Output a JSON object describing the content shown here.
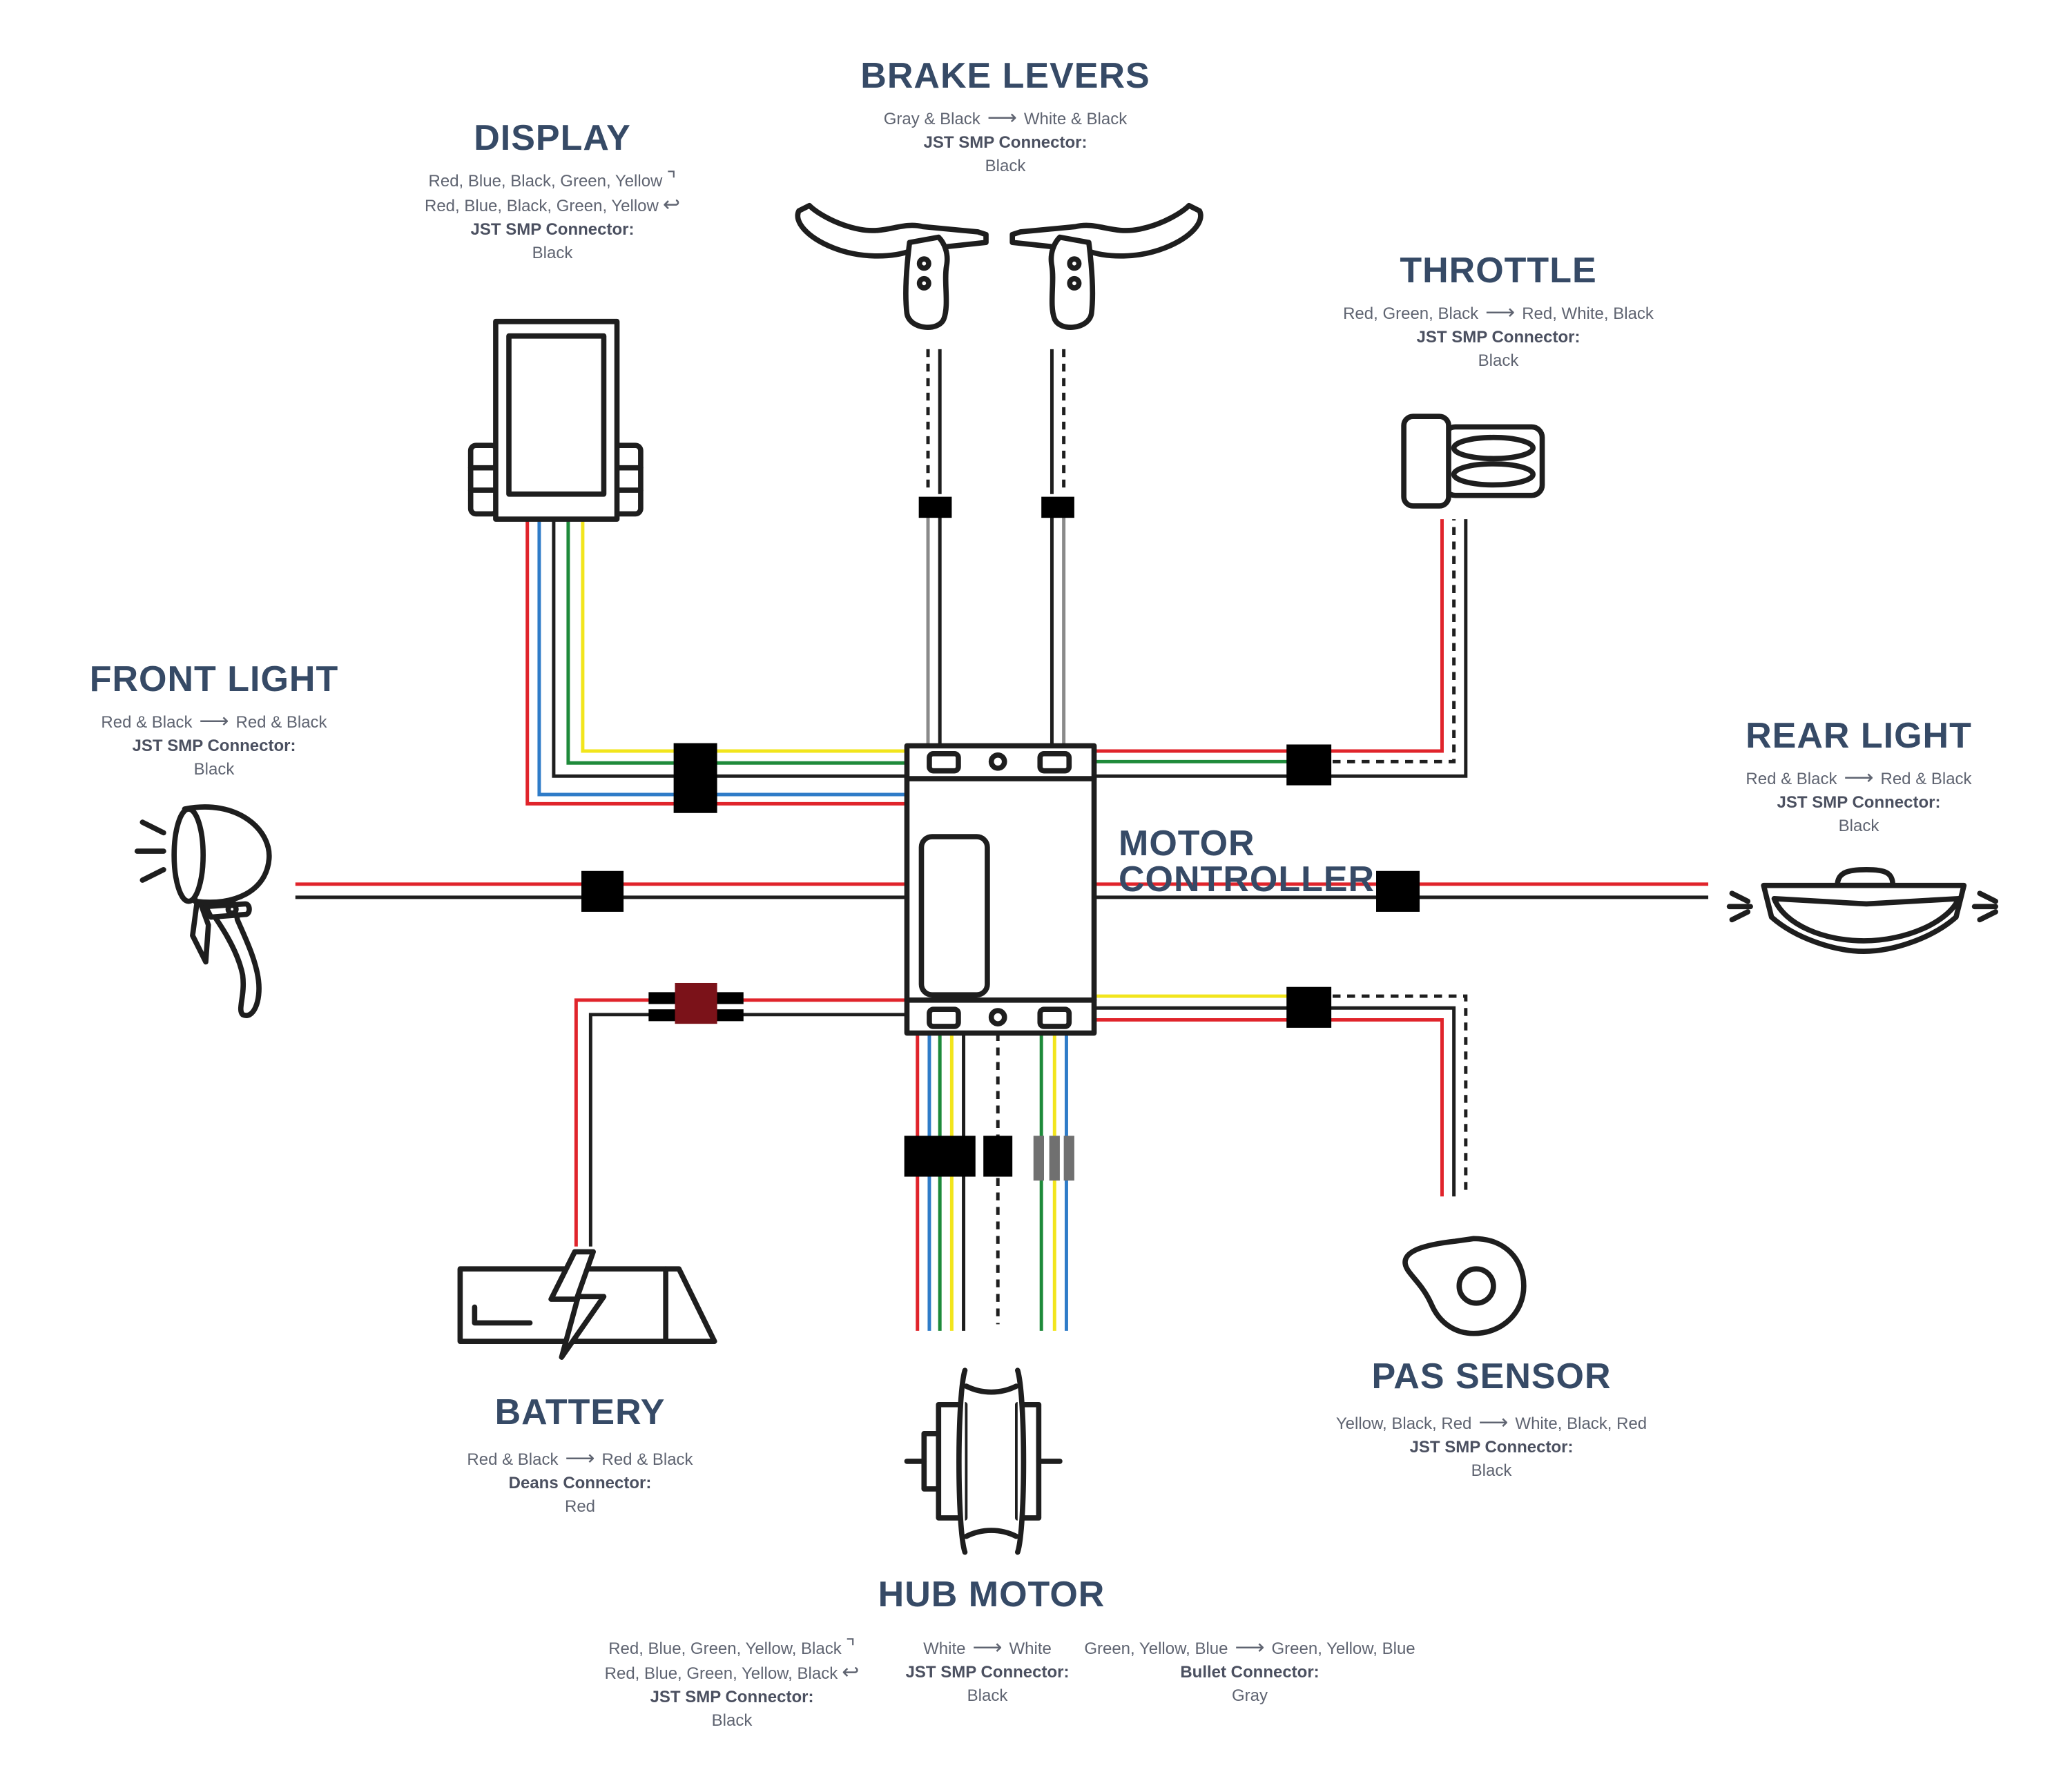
{
  "colors": {
    "title": "#364a66",
    "text": "#5f6471",
    "wire_red": "#e0242b",
    "wire_blue": "#2f7cc8",
    "wire_black": "#1e1e1e",
    "wire_green": "#1e8a3a",
    "wire_yellow": "#f2e51c",
    "wire_gray": "#8a8a8a",
    "connector_black": "#000000",
    "connector_deans_red": "#7b1219",
    "connector_bullet_gray": "#707070"
  },
  "components": {
    "brake_levers": {
      "title": "BRAKE LEVERS",
      "wires_from": "Gray & Black",
      "wires_to": "White & Black",
      "connector_label": "JST SMP Connector:",
      "connector_color": "Black"
    },
    "display": {
      "title": "DISPLAY",
      "wires_line1": "Red, Blue, Black, Green, Yellow",
      "wires_line2": "Red, Blue, Black, Green, Yellow",
      "connector_label": "JST SMP Connector:",
      "connector_color": "Black"
    },
    "throttle": {
      "title": "THROTTLE",
      "wires_from": "Red, Green, Black",
      "wires_to": "Red, White, Black",
      "connector_label": "JST SMP Connector:",
      "connector_color": "Black"
    },
    "front_light": {
      "title": "FRONT LIGHT",
      "wires_from": "Red & Black",
      "wires_to": "Red & Black",
      "connector_label": "JST SMP Connector:",
      "connector_color": "Black"
    },
    "rear_light": {
      "title": "REAR LIGHT",
      "wires_from": "Red & Black",
      "wires_to": "Red & Black",
      "connector_label": "JST SMP Connector:",
      "connector_color": "Black"
    },
    "motor_controller": {
      "title": "MOTOR CONTROLLER"
    },
    "battery": {
      "title": "BATTERY",
      "wires_from": "Red & Black",
      "wires_to": "Red & Black",
      "connector_label": "Deans Connector:",
      "connector_color": "Red"
    },
    "pas_sensor": {
      "title": "PAS SENSOR",
      "wires_from": "Yellow, Black, Red",
      "wires_to": "White, Black, Red",
      "connector_label": "JST SMP Connector:",
      "connector_color": "Black"
    },
    "hub_motor": {
      "title": "HUB MOTOR",
      "phase_line1": "Red, Blue, Green, Yellow, Black",
      "phase_line2": "Red, Blue, Green, Yellow, Black",
      "phase_connector_label": "JST SMP Connector:",
      "phase_connector_color": "Black",
      "speed_from": "White",
      "speed_to": "White",
      "speed_connector_label": "JST SMP Connector:",
      "speed_connector_color": "Black",
      "bullet_from": "Green, Yellow, Blue",
      "bullet_to": "Green, Yellow, Blue",
      "bullet_connector_label": "Bullet Connector:",
      "bullet_connector_color": "Gray"
    }
  }
}
